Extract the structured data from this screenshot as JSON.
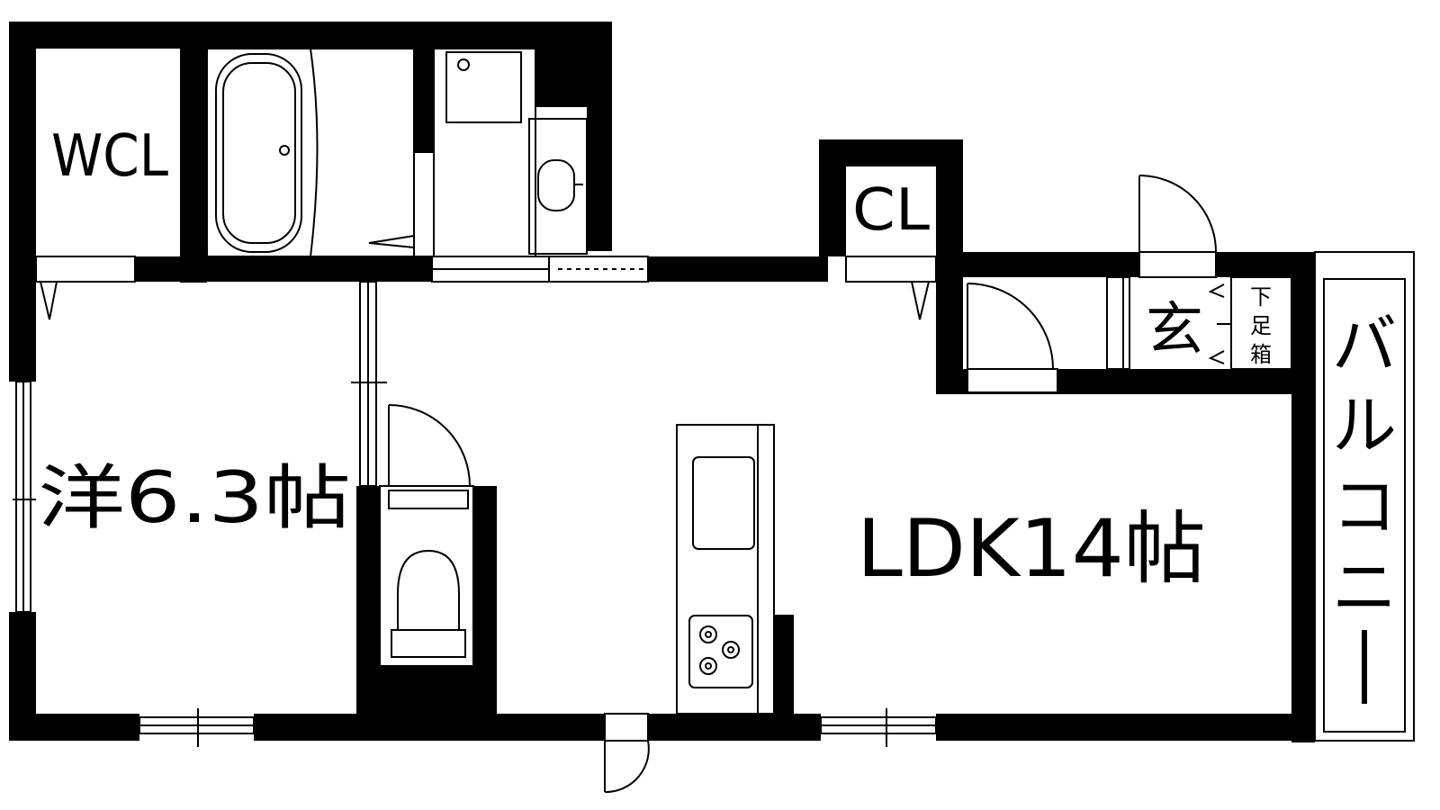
{
  "rooms": {
    "wcl": "WCL",
    "cl": "CL",
    "western": "洋6.3帖",
    "ldk": "LDK14帖",
    "entrance": "玄",
    "shoe_box": [
      "下",
      "足",
      "箱"
    ],
    "balcony": [
      "バ",
      "ル",
      "コ",
      "ニ",
      "ー"
    ]
  },
  "colors": {
    "wall": "#000000",
    "background": "#ffffff",
    "dim_line": "#555555"
  }
}
